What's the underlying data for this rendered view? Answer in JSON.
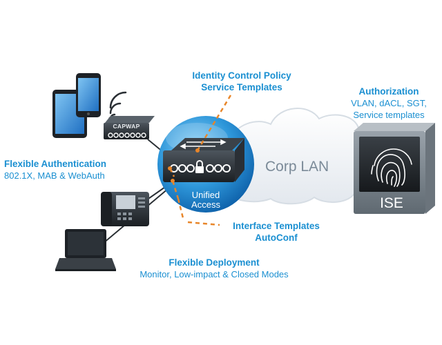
{
  "labels": {
    "identity_control": {
      "line1": "Identity Control Policy",
      "line2": "Service Templates"
    },
    "authorization": {
      "title": "Authorization",
      "line1": "VLAN, dACL, SGT,",
      "line2": "Service templates"
    },
    "flexible_auth": {
      "title": "Flexible Authentication",
      "line1": "802.1X, MAB & WebAuth"
    },
    "interface_templates": {
      "line1": "Interface Templates",
      "line2": "AutoConf"
    },
    "flexible_deploy": {
      "title": "Flexible Deployment",
      "line1": "Monitor, Low-impact & Closed Modes"
    },
    "corp_lan": "Corp LAN",
    "unified_access": {
      "line1": "Unified",
      "line2": "Access"
    },
    "ise": "ISE",
    "capwap": "CAPWAP"
  },
  "colors": {
    "accent_blue": "#1a8fd1",
    "orange_dash": "#e8862a",
    "cloud": "#eef1f4",
    "globe": "#2b8fd4",
    "device_dark": "#22272d"
  },
  "icons": [
    "smartphone-icon",
    "tablet-icon",
    "wifi-icon",
    "access-point-icon",
    "switch-icon",
    "lock-icon",
    "ip-phone-icon",
    "laptop-icon",
    "fingerprint-icon",
    "cloud-icon"
  ]
}
